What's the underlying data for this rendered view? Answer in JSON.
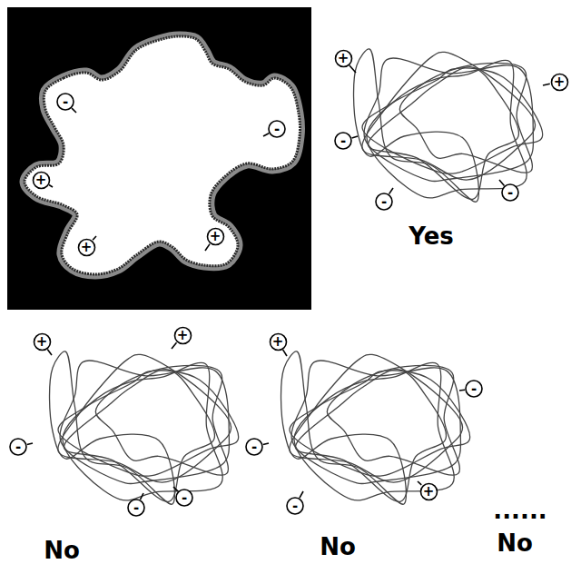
{
  "diagram": {
    "nodes": [
      {
        "text": [
          "-"
        ]
      },
      {
        "text": [
          "-"
        ]
      },
      {
        "text": [
          "+"
        ]
      },
      {
        "text": [
          "+"
        ]
      },
      {
        "text": [
          "+"
        ]
      },
      {
        "text": [
          "+"
        ]
      },
      {
        "text": [
          "+"
        ]
      },
      {
        "text": [
          "-"
        ]
      },
      {
        "text": [
          "-"
        ]
      },
      {
        "text": [
          "-"
        ]
      },
      {
        "text": [
          "+"
        ]
      },
      {
        "text": [
          "+"
        ]
      },
      {
        "text": [
          "-"
        ]
      },
      {
        "text": [
          "-"
        ]
      },
      {
        "text": [
          "-"
        ]
      },
      {
        "text": [
          "+"
        ]
      },
      {
        "text": [
          "-"
        ]
      },
      {
        "text": [
          "-"
        ]
      },
      {
        "text": [
          "+"
        ]
      },
      {
        "text": [
          "-"
        ]
      }
    ],
    "labels": [
      "Yes",
      "No",
      "No",
      "......",
      "No"
    ]
  }
}
